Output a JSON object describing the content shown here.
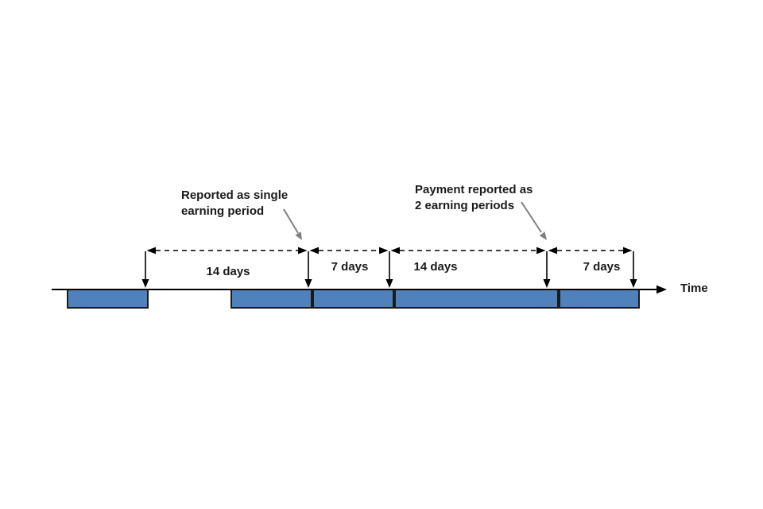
{
  "diagram": {
    "annotation_single": {
      "line1": "Reported as single",
      "line2": "earning period"
    },
    "annotation_double": {
      "line1": "Payment reported as",
      "line2": "2 earning periods"
    },
    "intervals": [
      {
        "label": "14 days"
      },
      {
        "label": "7 days"
      },
      {
        "label": "14 days"
      },
      {
        "label": "7 days"
      }
    ],
    "axis": {
      "label": "Time"
    },
    "colors": {
      "bar_fill": "#4f81bd",
      "bar_border": "#1b1b1b",
      "dimension_line": "#000000",
      "annotation_arrow": "#7f7f7f",
      "background": "#ffffff"
    }
  }
}
